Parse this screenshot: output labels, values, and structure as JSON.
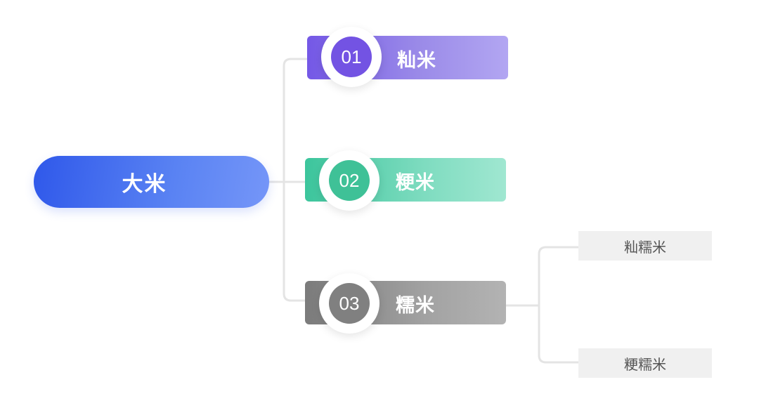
{
  "root": {
    "label": "大米",
    "color": "#3a62ec"
  },
  "branches": [
    {
      "number": "01",
      "label": "籼米",
      "color": "#7353e3"
    },
    {
      "number": "02",
      "label": "粳米",
      "color": "#3fc197"
    },
    {
      "number": "03",
      "label": "糯米",
      "color": "#808080"
    }
  ],
  "leaves": [
    {
      "label": "籼糯米"
    },
    {
      "label": "粳糯米"
    }
  ],
  "connector_color": "#e4e4e4"
}
